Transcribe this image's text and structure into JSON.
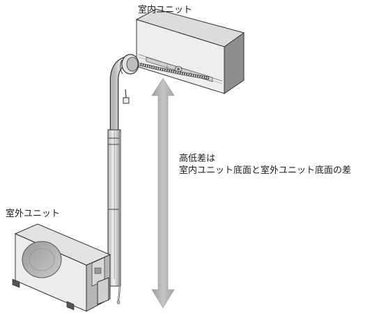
{
  "labels": {
    "indoor_unit": "室内ユニット",
    "outdoor_unit": "室外ユニット"
  },
  "height_note": {
    "line1": "高低差は",
    "line2": "室内ユニット底面と室外ユニット底面の差"
  }
}
